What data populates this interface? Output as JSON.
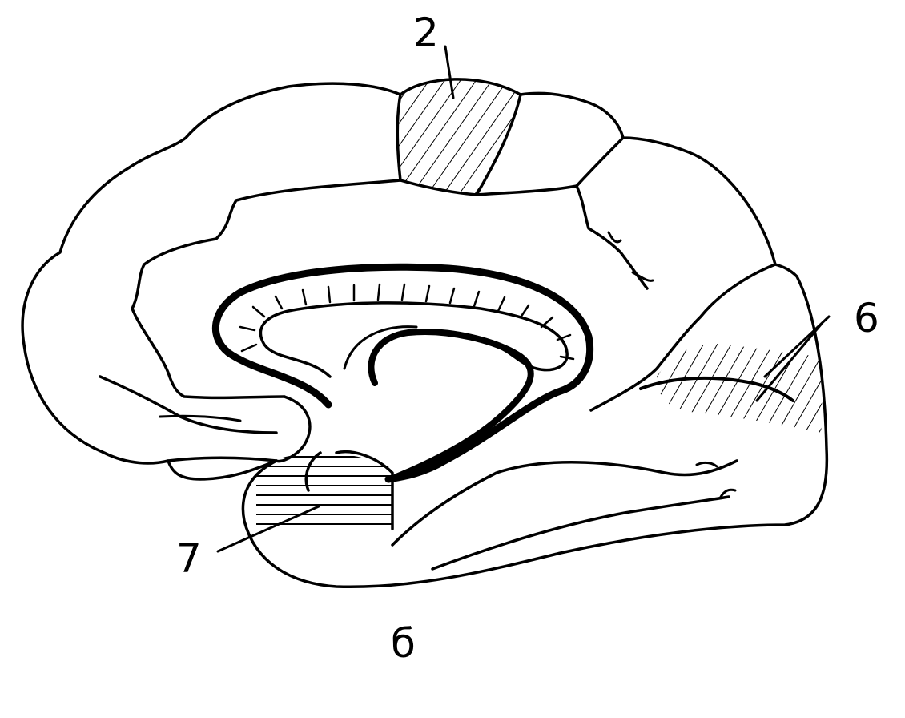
{
  "diagram": {
    "labels": {
      "region_2": "2",
      "region_6": "6",
      "region_7": "7"
    },
    "caption": "б",
    "colors": {
      "ink": "#000000",
      "background": "#ffffff"
    }
  }
}
